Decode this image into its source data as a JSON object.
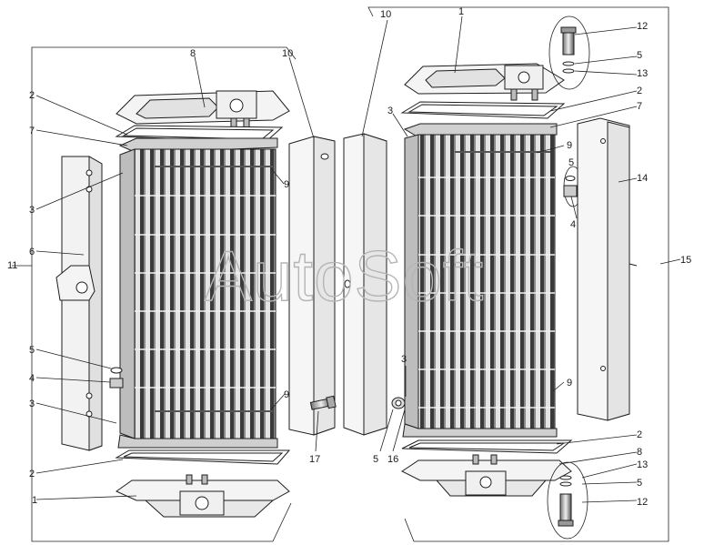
{
  "watermark": "AutoSoft",
  "callouts": {
    "left": [
      "8",
      "10",
      "2",
      "7",
      "3",
      "9",
      "6",
      "11",
      "5",
      "4",
      "3",
      "9",
      "2",
      "1",
      "17"
    ],
    "right": [
      "10",
      "1",
      "12",
      "5",
      "13",
      "2",
      "7",
      "3",
      "9",
      "5",
      "4",
      "14",
      "15",
      "3",
      "9",
      "5",
      "16",
      "2",
      "8",
      "13",
      "5",
      "12"
    ]
  },
  "colors": {
    "line": "#1e1e1e",
    "fin_dark": "#3a3a3a",
    "fin_light": "#d9d9d9",
    "panel": "#f2f2f2",
    "watermark": "#b5b5b5"
  }
}
